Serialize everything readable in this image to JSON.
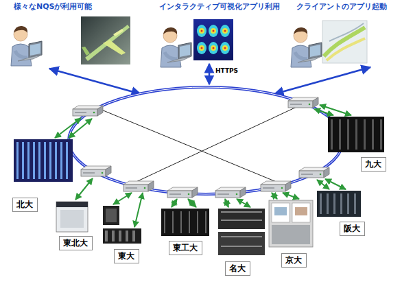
{
  "diagram": {
    "nodes": [
      {
        "text": [
          "北大"
        ]
      },
      {
        "text": [
          "東北大"
        ]
      },
      {
        "text": [
          "東大"
        ]
      },
      {
        "text": [
          "東工大"
        ]
      },
      {
        "text": [
          "名大"
        ]
      },
      {
        "text": [
          "京大"
        ]
      },
      {
        "text": [
          "阪大"
        ]
      },
      {
        "text": [
          "九大"
        ]
      }
    ],
    "labels": [
      "様々なNQSが利用可能",
      "インタラクティブ可視化アプリ利用",
      "クライアントのアプリ起動",
      "HTTPS"
    ]
  }
}
